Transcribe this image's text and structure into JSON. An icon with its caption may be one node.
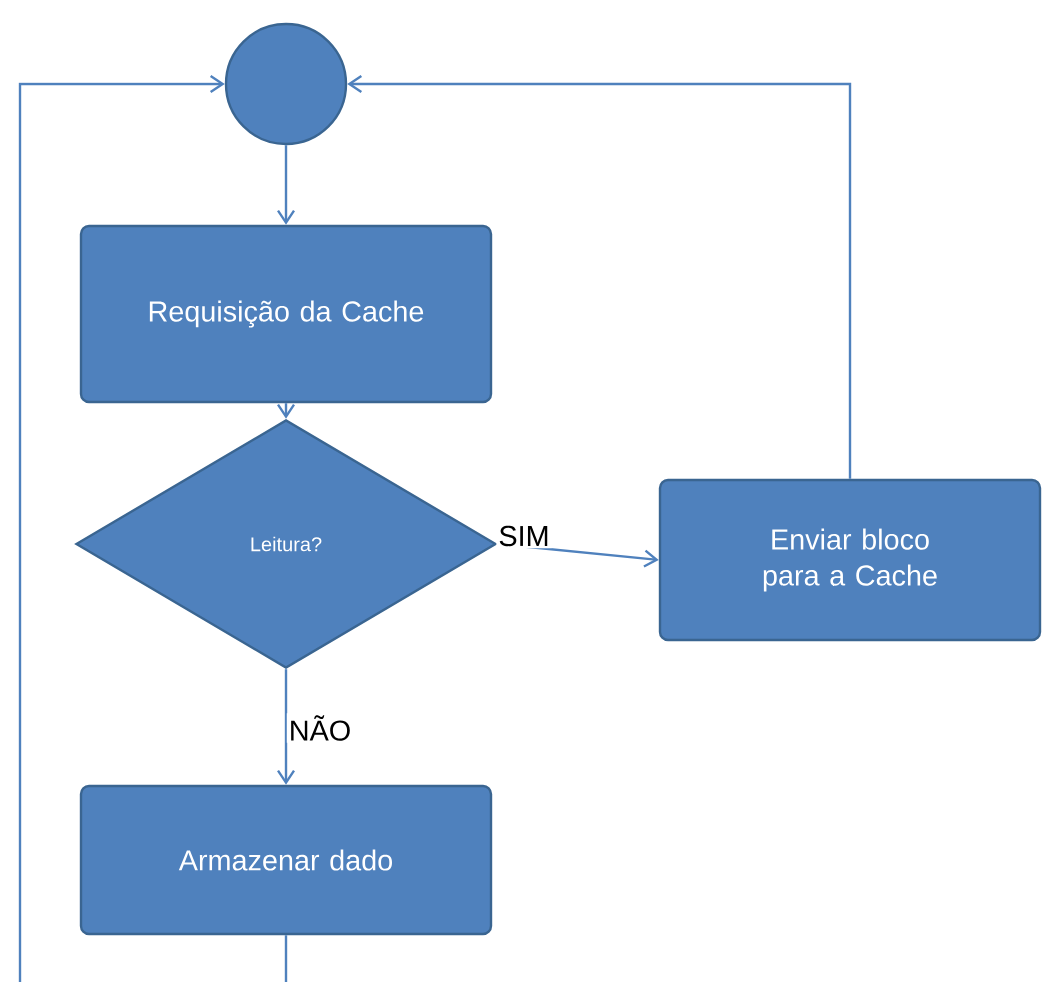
{
  "diagram": {
    "nodes": [
      {
        "text": [],
        "shape": "circle"
      },
      {
        "text": [
          "Requisição da Cache"
        ]
      },
      {
        "text": [
          "Leitura?"
        ]
      },
      {
        "text": [
          "Enviar bloco para a Cache"
        ]
      },
      {
        "text": [
          "Armazenar dado"
        ]
      }
    ],
    "edges": [
      {
        "from": 0,
        "to": 1,
        "arrow": "to"
      },
      {
        "from": 1,
        "to": 2,
        "arrow": "to"
      },
      {
        "from": 2,
        "to": 3,
        "arrow": "to",
        "label": "SIM"
      },
      {
        "from": 2,
        "to": 4,
        "arrow": "to",
        "label": "NÃO"
      },
      {
        "from": 3,
        "to": 0,
        "arrow": "to"
      },
      {
        "from": 4,
        "to": 0,
        "arrow": "to"
      }
    ]
  }
}
